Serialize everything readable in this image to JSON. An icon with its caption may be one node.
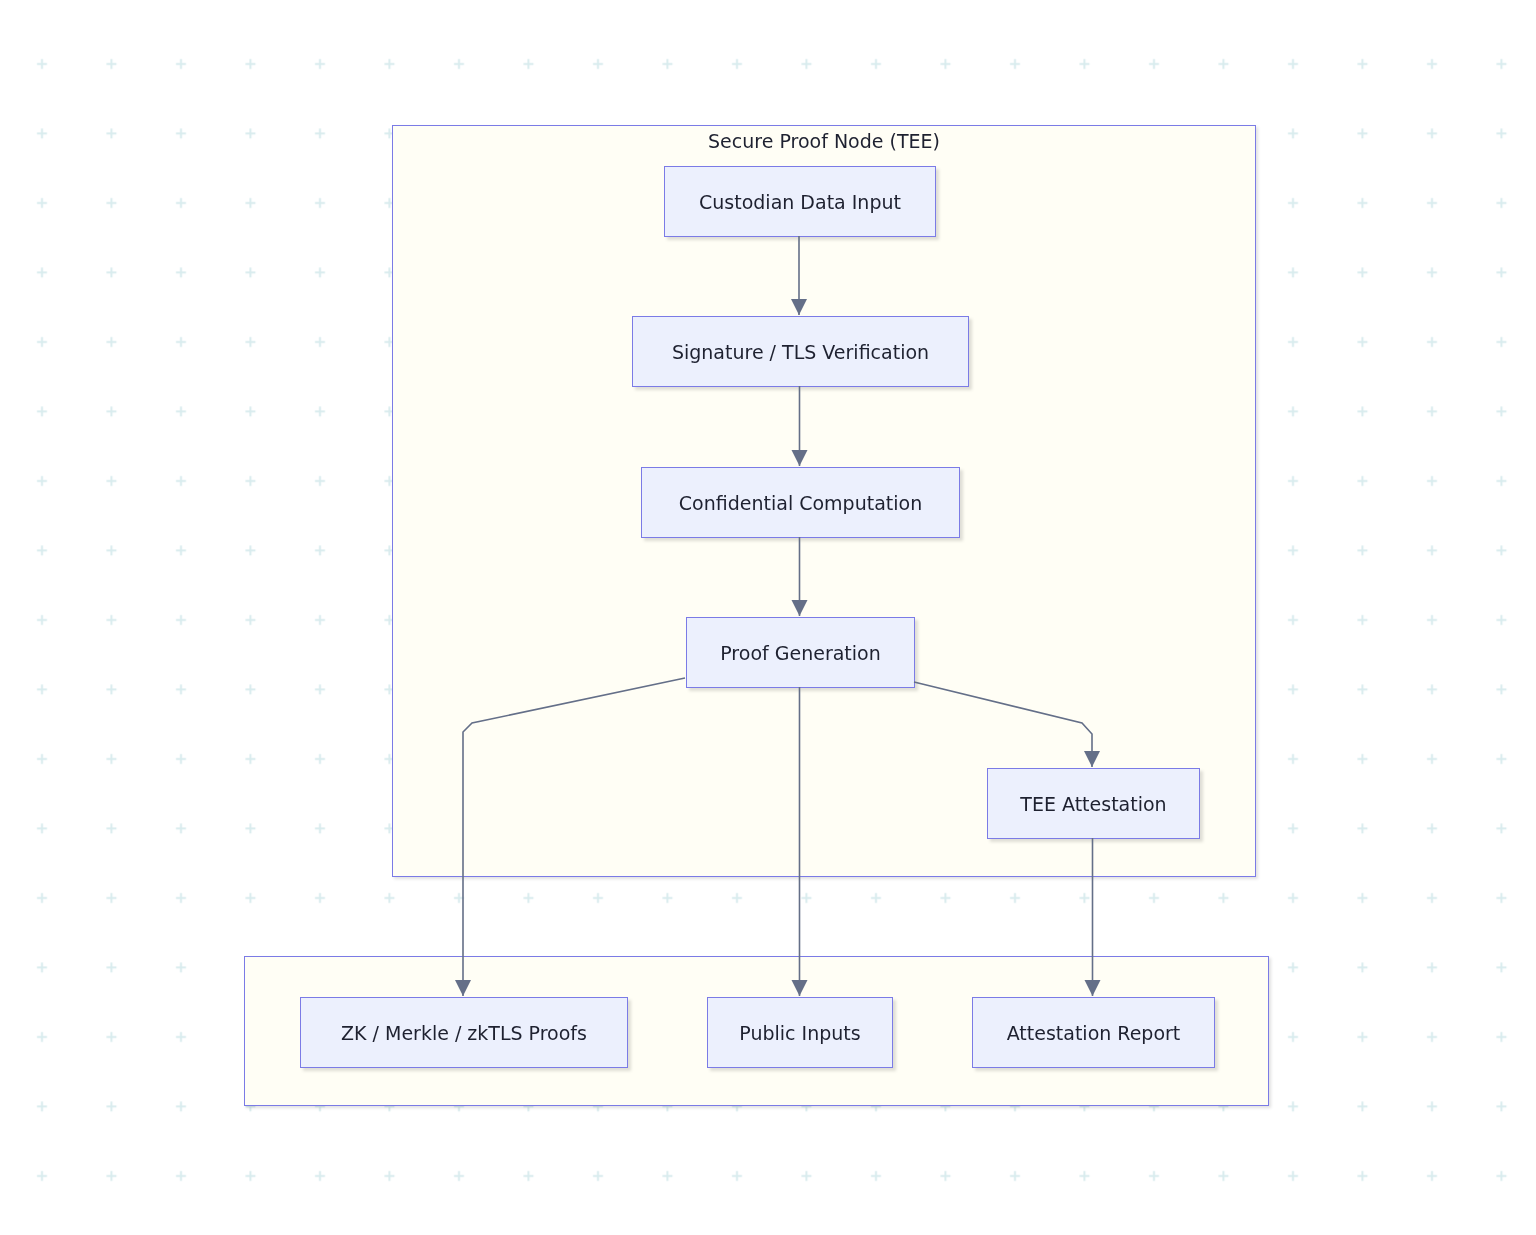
{
  "diagram": {
    "nodes": [
      {
        "text": [
          "Secure Proof Node (TEE)"
        ]
      },
      {
        "text": [
          "Custodian Data Input"
        ],
        "in": 0
      },
      {
        "text": [
          "Signature / TLS Verification"
        ],
        "in": 0
      },
      {
        "text": [
          "Confidential Computation"
        ],
        "in": 0
      },
      {
        "text": [
          "Proof Generation"
        ],
        "in": 0
      },
      {
        "text": [
          "TEE Attestation"
        ],
        "in": 0
      },
      {
        "text": [],
        "shape": "box"
      },
      {
        "text": [
          "ZK / Merkle / zkTLS Proofs"
        ],
        "in": 6
      },
      {
        "text": [
          "Public Inputs"
        ],
        "in": 6
      },
      {
        "text": [
          "Attestation Report"
        ],
        "in": 6
      }
    ],
    "edges": [
      {
        "from": 1,
        "to": 2,
        "arrow": "to"
      },
      {
        "from": 2,
        "to": 3,
        "arrow": "to"
      },
      {
        "from": 3,
        "to": 4,
        "arrow": "to"
      },
      {
        "from": 4,
        "to": 7,
        "arrow": "to"
      },
      {
        "from": 4,
        "to": 8,
        "arrow": "to"
      },
      {
        "from": 4,
        "to": 5,
        "arrow": "to"
      },
      {
        "from": 5,
        "to": 9,
        "arrow": "to"
      }
    ]
  }
}
